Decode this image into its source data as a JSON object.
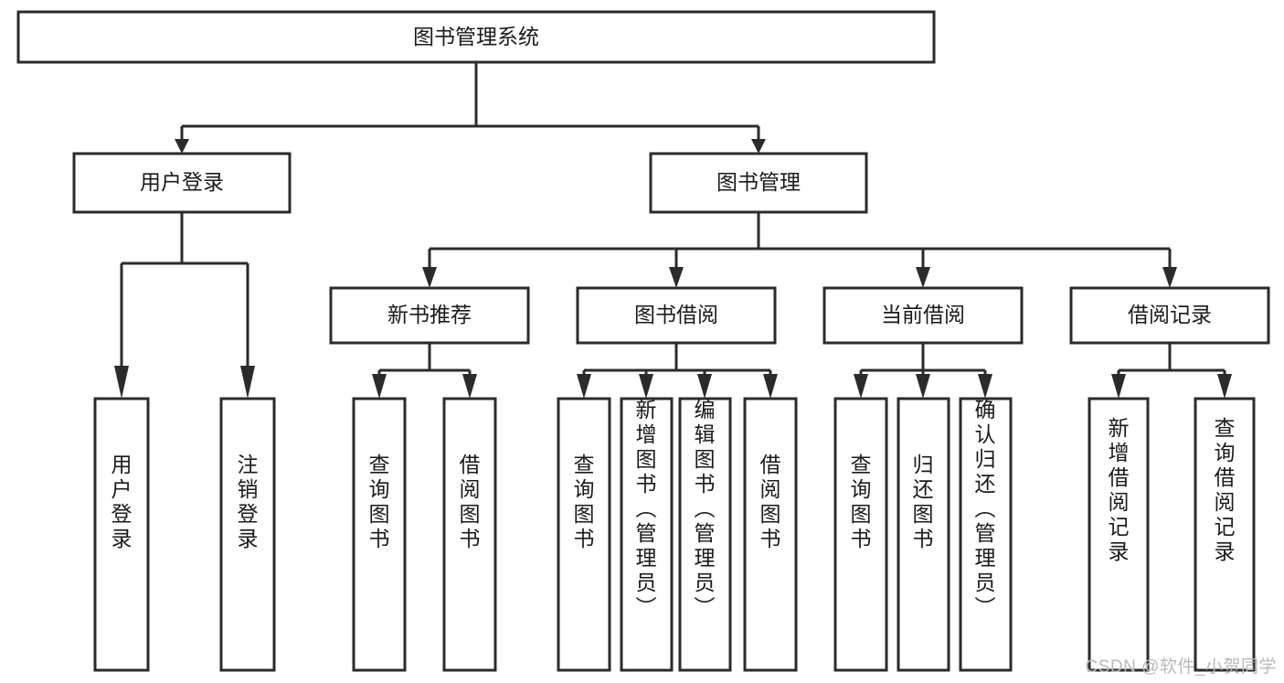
{
  "diagram": {
    "type": "tree-hierarchy-chart",
    "title": "图书管理系统",
    "background_color": "#ffffff",
    "box_stroke_color": "#2b2b2b",
    "box_fill_color": "#ffffff",
    "text_color": "#1a1a1a",
    "connector_color": "#2b2b2b",
    "nodes": {
      "root": {
        "label": "图书管理系统",
        "orientation": "horizontal"
      },
      "level2": [
        {
          "id": "user-login",
          "label": "用户登录",
          "orientation": "horizontal"
        },
        {
          "id": "book-manage",
          "label": "图书管理",
          "orientation": "horizontal"
        }
      ],
      "level3": [
        {
          "id": "new-book-recommend",
          "label": "新书推荐",
          "orientation": "horizontal"
        },
        {
          "id": "book-borrow",
          "label": "图书借阅",
          "orientation": "horizontal"
        },
        {
          "id": "current-borrow",
          "label": "当前借阅",
          "orientation": "horizontal"
        },
        {
          "id": "borrow-record",
          "label": "借阅记录",
          "orientation": "horizontal"
        }
      ],
      "leaves": {
        "user-login": [
          {
            "id": "leaf-user-login",
            "label": "用户登录",
            "orientation": "vertical"
          },
          {
            "id": "leaf-logout-login",
            "label": "注销登录",
            "orientation": "vertical"
          }
        ],
        "new-book-recommend": [
          {
            "id": "leaf-query-book-1",
            "label": "查询图书",
            "orientation": "vertical"
          },
          {
            "id": "leaf-borrow-book-1",
            "label": "借阅图书",
            "orientation": "vertical"
          }
        ],
        "book-borrow": [
          {
            "id": "leaf-query-book-2",
            "label": "查询图书",
            "orientation": "vertical"
          },
          {
            "id": "leaf-add-book-admin",
            "label": "新增图书（管理员）",
            "orientation": "vertical"
          },
          {
            "id": "leaf-edit-book-admin",
            "label": "编辑图书（管理员）",
            "orientation": "vertical"
          },
          {
            "id": "leaf-borrow-book-2",
            "label": "借阅图书",
            "orientation": "vertical"
          }
        ],
        "current-borrow": [
          {
            "id": "leaf-query-book-3",
            "label": "查询图书",
            "orientation": "vertical"
          },
          {
            "id": "leaf-return-book",
            "label": "归还图书",
            "orientation": "vertical"
          },
          {
            "id": "leaf-confirm-return-admin",
            "label": "确认归还（管理员）",
            "orientation": "vertical"
          }
        ],
        "borrow-record": [
          {
            "id": "leaf-add-borrow-record",
            "label": "新增借阅记录",
            "orientation": "vertical"
          },
          {
            "id": "leaf-query-borrow-record",
            "label": "查询借阅记录",
            "orientation": "vertical"
          }
        ]
      }
    }
  },
  "watermark": {
    "text": "CSDN @软件_小贺同学",
    "color": "#b9b9b9"
  }
}
